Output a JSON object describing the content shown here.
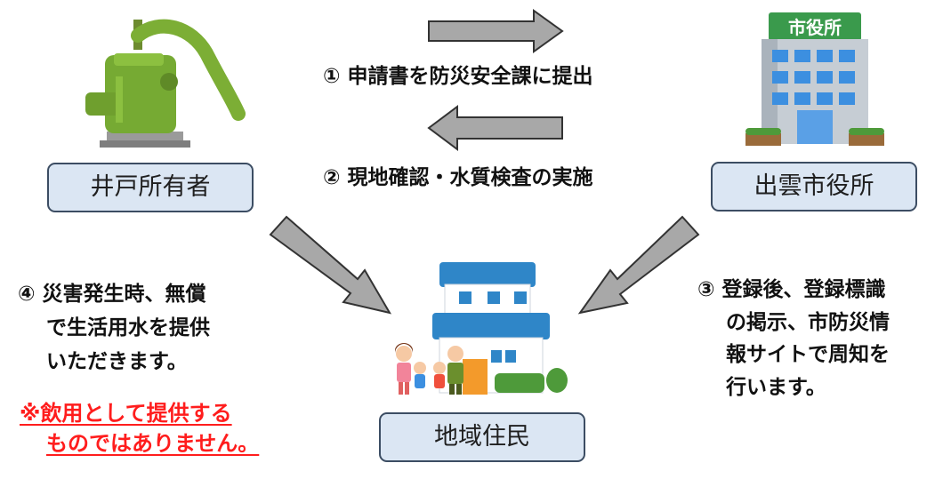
{
  "nodes": {
    "owner": "井戸所有者",
    "city_hall": "出雲市役所",
    "residents": "地域住民"
  },
  "building_sign": "市役所",
  "steps": {
    "step1": "① 申請書を防災安全課に提出",
    "step2": "② 現地確認・水質検査の実施",
    "step3": [
      "③ 登録後、登録標識",
      "の掲示、市防災情",
      "報サイトで周知を",
      "行います。"
    ],
    "step4": [
      "④ 災害発生時、無償",
      "で生活用水を提供",
      "いただきます。"
    ]
  },
  "note": [
    "※飲用として提供する",
    "ものではありません。"
  ],
  "colors": {
    "box_fill": "#dbe6f3",
    "box_border": "#3c4d63",
    "arrow_fill": "#a8a8a8",
    "note_red": "#ff1d1d"
  },
  "icons": [
    "water-pump-icon",
    "city-hall-building-icon",
    "house-with-family-icon"
  ]
}
